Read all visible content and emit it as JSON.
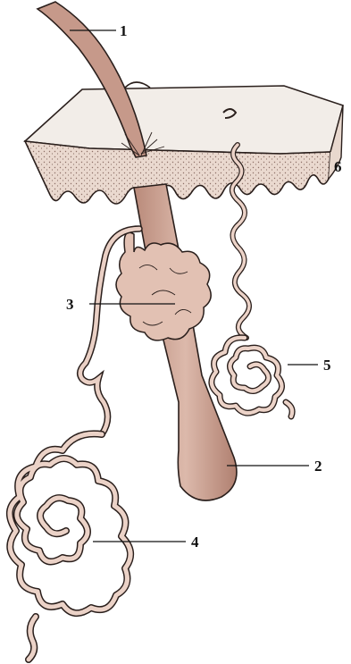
{
  "labels": {
    "l1": "1",
    "l2": "2",
    "l3": "3",
    "l4": "4",
    "l5": "5",
    "l6": "6"
  },
  "colors": {
    "skin_surface": "#efe9e3",
    "dermis_stipple": "#e7d7cc",
    "hair_shaft": "#c79a89",
    "hair_root": "#d8b3a5",
    "sebaceous_gland": "#e3c3b6",
    "sweat_gland_tube": "#e9cdc2",
    "outline": "#2a1f1c"
  }
}
